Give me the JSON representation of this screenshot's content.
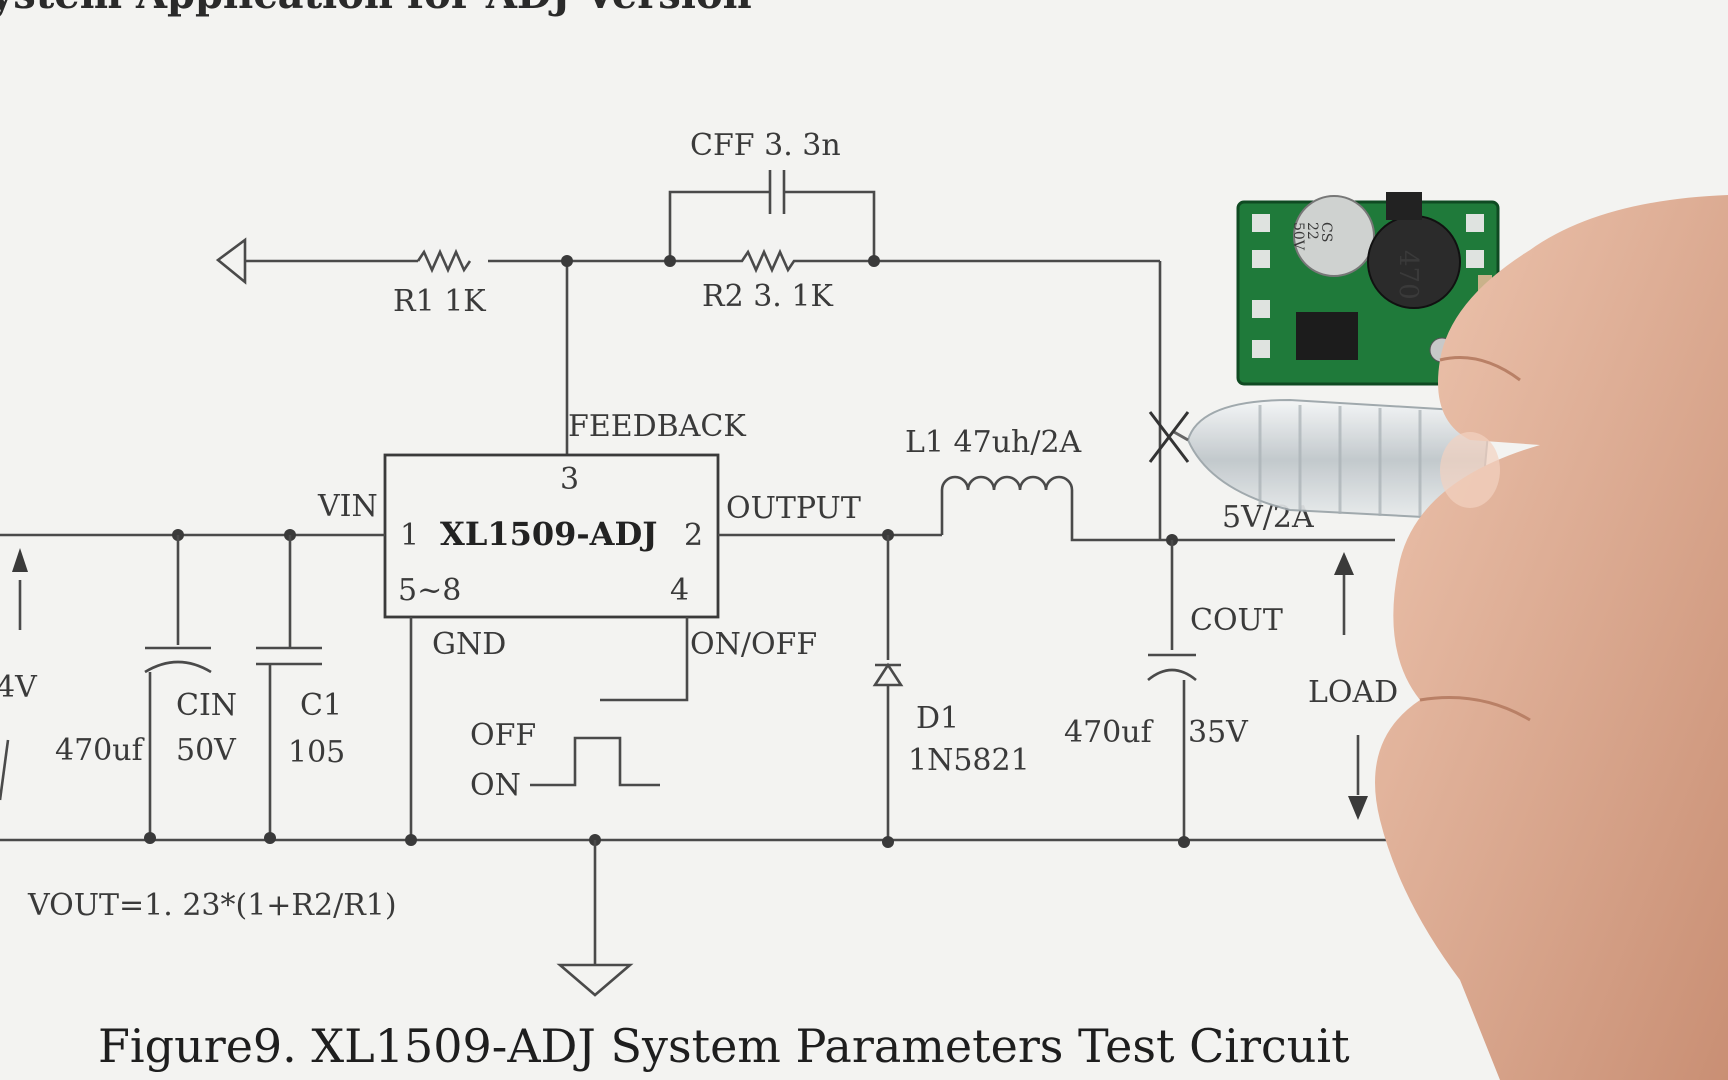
{
  "heading": "ystem Application for ADJ Version",
  "caption": "Figure9. XL1509-ADJ System Parameters Test Circuit",
  "formula": "VOUT=1. 23*(1+R2/R1)",
  "ic": {
    "name": "XL1509-ADJ",
    "pin1": "1",
    "pin2": "2",
    "pin3": "3",
    "pin4": "4",
    "pin58": "5~8",
    "vin": "VIN",
    "output": "OUTPUT",
    "feedback": "FEEDBACK",
    "gnd": "GND",
    "onoff": "ON/OFF"
  },
  "cff": "CFF 3. 3n",
  "r1": "R1 1K",
  "r2": "R2 3. 1K",
  "l1": "L1 47uh/2A",
  "out_label": "5V/2A",
  "cout": {
    "name": "COUT",
    "value": "470uf",
    "voltage": "35V"
  },
  "cin": {
    "name": "CIN",
    "value": "470uf",
    "voltage": "50V"
  },
  "c1": {
    "name": "C1",
    "value": "105"
  },
  "d1": {
    "name": "D1",
    "part": "1N5821"
  },
  "switch": {
    "off": "OFF",
    "on": "ON"
  },
  "load": "LOAD",
  "vin_side": "4V",
  "module": {
    "cap_text": [
      "CS",
      "22",
      "50V"
    ],
    "inductor_text": "470"
  },
  "colors": {
    "paper": "#f3f3f1",
    "ink": "#3a3a3a",
    "pcb": "#1f7a3a",
    "skin": "#e2b49a"
  }
}
